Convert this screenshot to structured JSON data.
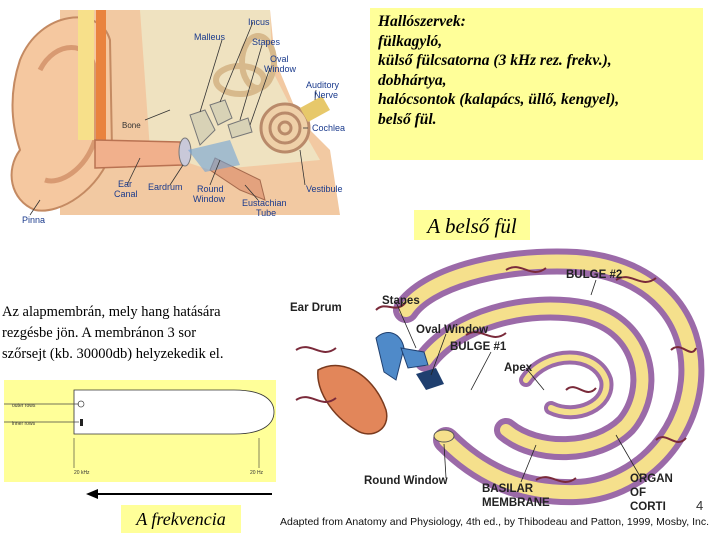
{
  "note_box": {
    "lines": [
      "Hallószervek:",
      "fülkagyló,",
      "külső fülcsatorna (3 kHz rez. frekv.),",
      "dobhártya,",
      "halócsontok (kalapács, üllő, kengyel),",
      "belső fül."
    ]
  },
  "ear_diagram": {
    "labels": {
      "incus": "Incus",
      "malleus": "Malleus",
      "stapes": "Stapes",
      "oval_window": "Oval Window",
      "auditory_nerve": "Auditory Nerve",
      "bone": "Bone",
      "cochlea": "Cochlea",
      "ear_canal": "Ear Canal",
      "eardrum": "Eardrum",
      "round_window": "Round Window",
      "vestibule": "Vestibule",
      "eustachian_tube": "Eustachian Tube",
      "pinna": "Pinna"
    }
  },
  "inner_ear_title": "A belső fül",
  "description": {
    "lines": [
      "Az alapmembrán, mely hang hatására",
      "rezgésbe jön. A membránon 3 sor",
      "szőrsejt (kb. 30000db) helyzekedik el."
    ]
  },
  "membrane_diagram": {
    "label_outer": "outer rows",
    "label_inner": "inner rows",
    "freq_left": "20 kHz",
    "freq_right": "20 Hz"
  },
  "frequency_label": "A frekvencia",
  "cochlea_diagram": {
    "labels": {
      "ear_drum": "Ear Drum",
      "stapes": "Stapes",
      "oval_window": "Oval Window",
      "bulge1": "BULGE #1",
      "bulge2": "BULGE #2",
      "apex": "Apex",
      "round_window": "Round Window",
      "basilar": "BASILAR MEMBRANE",
      "organ": "ORGAN OF CORTI"
    },
    "credit": "Adapted from Anatomy and Physiology, 4th ed., by Thibodeau and Patton, 1999, Mosby, Inc."
  },
  "page_number": "4",
  "colors": {
    "note_bg": "#ffff99",
    "skin": "#f2c9a2",
    "cartilage": "#f7e08a",
    "cochlea_purple": "#9b6aa8",
    "cochlea_fill": "#f5e08c",
    "bone_blue": "#4f8ac9",
    "eardrum_orange": "#e2865a",
    "arrow_red": "#7a2a3a"
  }
}
